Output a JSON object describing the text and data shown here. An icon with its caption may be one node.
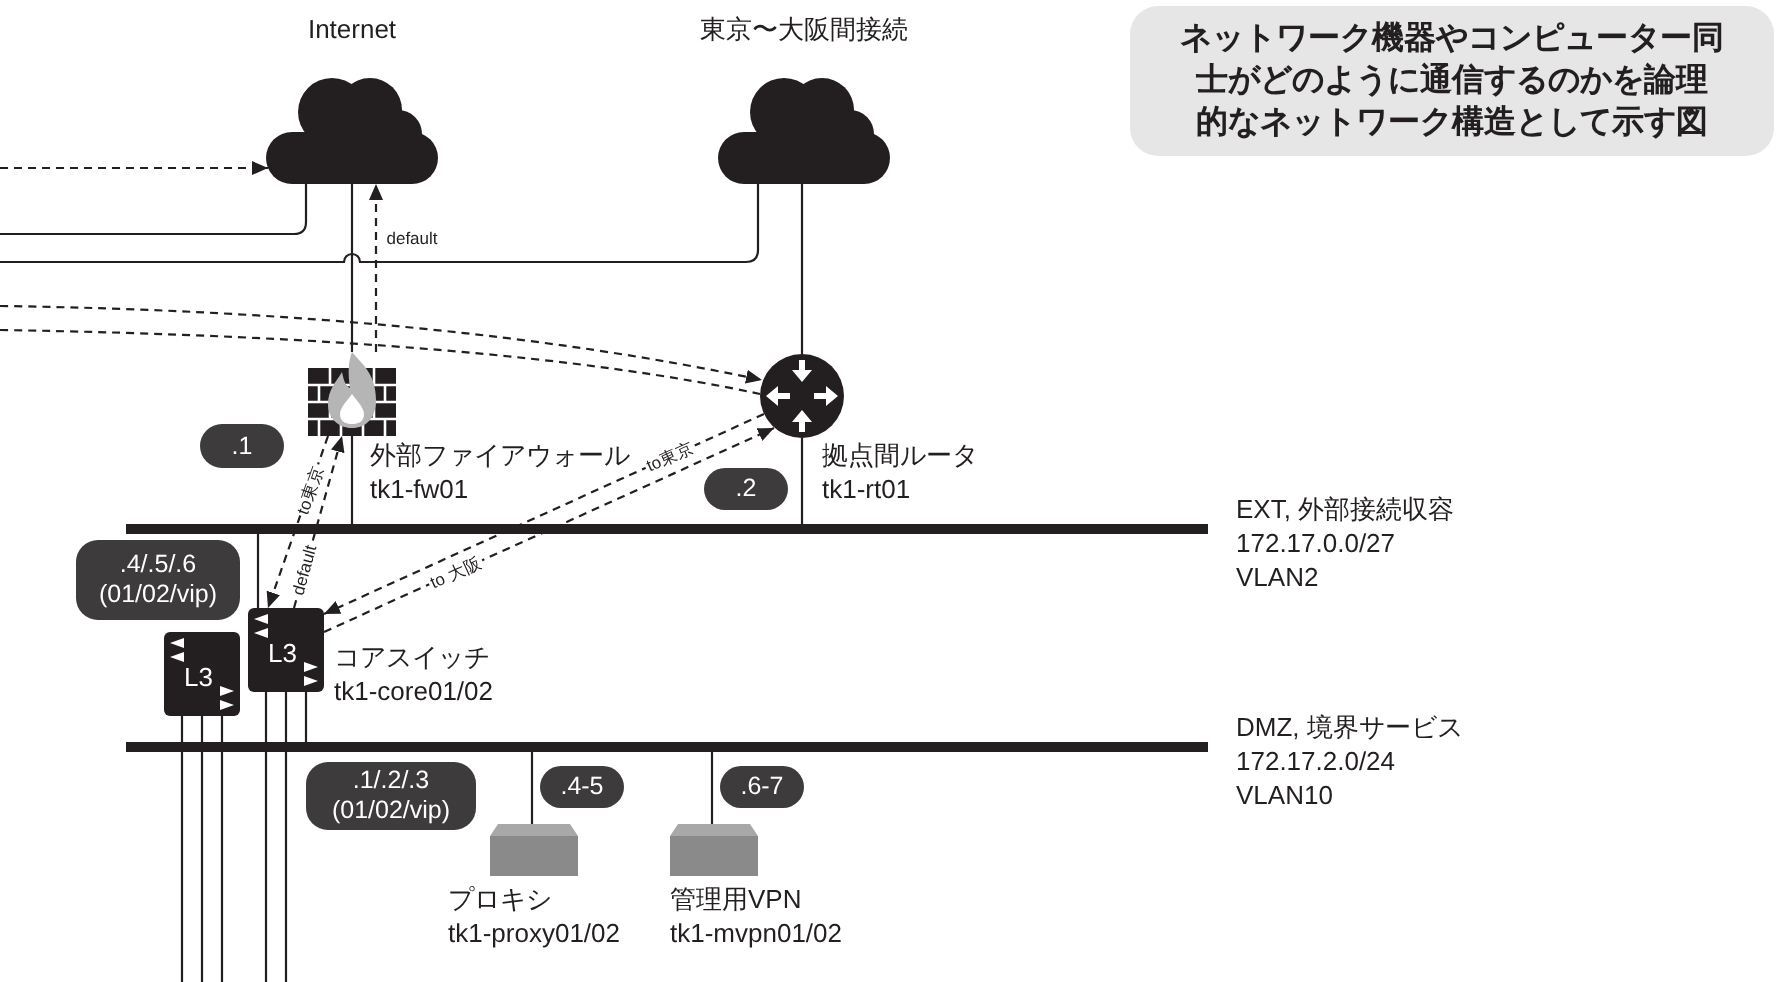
{
  "diagram": {
    "title": "ネットワーク機器やコンピューター同士がどのように通信するのかを論理的なネットワーク構造として示す図",
    "nodes": [
      {
        "text": [],
        "shape": "cloud",
        "beside": [
          "Internet"
        ]
      },
      {
        "text": [],
        "shape": "cloud",
        "beside": [
          "東京〜大阪間接続"
        ]
      },
      {
        "text": [],
        "shape": "picture",
        "beside": [
          "外部ファイアウォール",
          "tk1-fw01"
        ]
      },
      {
        "text": [
          ".1"
        ]
      },
      {
        "text": [],
        "shape": "picture",
        "beside": [
          "拠点間ルータ",
          "tk1-rt01"
        ]
      },
      {
        "text": [
          ".2"
        ]
      },
      {
        "text": [],
        "shape": "bar",
        "beside": [
          "EXT, 外部接続収容",
          "172.17.0.0/27",
          "VLAN2"
        ]
      },
      {
        "text": [
          ".4/.5/.6 (01/02/vip)"
        ]
      },
      {
        "text": [
          "L3"
        ],
        "beside": [
          "コアスイッチ",
          "tk1-core01/02"
        ]
      },
      {
        "text": [
          "L3"
        ]
      },
      {
        "text": [],
        "shape": "bar",
        "beside": [
          "DMZ, 境界サービス",
          "172.17.2.0/24",
          "VLAN10"
        ]
      },
      {
        "text": [
          ".1/.2/.3 (01/02/vip)"
        ]
      },
      {
        "text": [
          ".4-5"
        ]
      },
      {
        "text": [
          ".6-7"
        ]
      },
      {
        "text": [],
        "shape": "box",
        "beside": [
          "プロキシ",
          "tk1-proxy01/02"
        ]
      },
      {
        "text": [],
        "shape": "box",
        "beside": [
          "管理用VPN",
          "tk1-mvpn01/02"
        ]
      }
    ],
    "edges": [
      {
        "from": null,
        "to": 0,
        "arrow": "none"
      },
      {
        "from": null,
        "to": 1,
        "arrow": "none"
      },
      {
        "from": 0,
        "to": 2,
        "arrow": "none"
      },
      {
        "from": 1,
        "to": 4,
        "arrow": "none"
      },
      {
        "from": 2,
        "to": 6,
        "arrow": "none"
      },
      {
        "from": 4,
        "to": 6,
        "arrow": "none"
      },
      {
        "from": 6,
        "to": 8,
        "arrow": "none"
      },
      {
        "from": 8,
        "to": 10,
        "arrow": "none"
      },
      {
        "from": 9,
        "to": null,
        "arrow": "none"
      },
      {
        "from": 9,
        "to": null,
        "arrow": "none"
      },
      {
        "from": 9,
        "to": null,
        "arrow": "none"
      },
      {
        "from": 8,
        "to": null,
        "arrow": "none"
      },
      {
        "from": 8,
        "to": null,
        "arrow": "none"
      },
      {
        "from": 10,
        "to": 14,
        "arrow": "none"
      },
      {
        "from": 10,
        "to": 15,
        "arrow": "none"
      },
      {
        "from": null,
        "to": 0,
        "arrow": "to",
        "style": "dashed"
      },
      {
        "from": 2,
        "to": 0,
        "arrow": "to",
        "style": "dashed",
        "label": "default"
      },
      {
        "from": null,
        "to": 4,
        "arrow": "to",
        "style": "dashed"
      },
      {
        "from": null,
        "to": 4,
        "arrow": "none",
        "style": "dashed"
      },
      {
        "from": 2,
        "to": 8,
        "arrow": "to",
        "style": "dashed",
        "label": "to東京"
      },
      {
        "from": 8,
        "to": 2,
        "arrow": "to",
        "style": "dashed",
        "label": "default"
      },
      {
        "from": 4,
        "to": 8,
        "arrow": "to",
        "style": "dashed",
        "label": "to東京"
      },
      {
        "from": 8,
        "to": 4,
        "arrow": "to",
        "style": "dashed",
        "label": "to 大阪"
      }
    ]
  }
}
